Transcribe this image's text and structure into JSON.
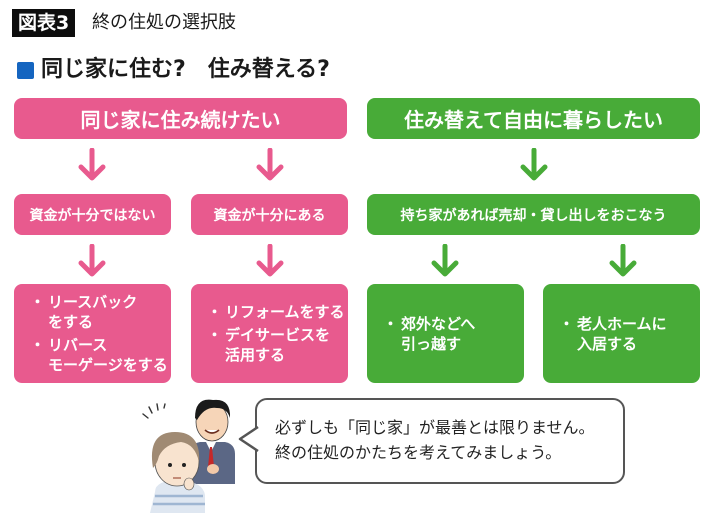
{
  "header": {
    "figure_label": "図表3",
    "figure_title": "終の住処の選択肢"
  },
  "section": {
    "title": "同じ家に住む?　住み替える?",
    "accent_color": "#1565c0"
  },
  "colors": {
    "pink": "#e85a8e",
    "green": "#48ab38"
  },
  "flow": {
    "stay": {
      "heading": "同じ家に住み続けたい",
      "branches": [
        {
          "condition": "資金が十分ではない",
          "options": [
            "リースバック\nをする",
            "リバース\nモーゲージをする"
          ]
        },
        {
          "condition": "資金が十分にある",
          "options": [
            "リフォームをする",
            "デイサービスを\n活用する"
          ]
        }
      ]
    },
    "move": {
      "heading": "住み替えて自由に暮らしたい",
      "condition": "持ち家があれば売却・貸し出しをおこなう",
      "branches": [
        {
          "options": [
            "郊外などへ\n引っ越す"
          ]
        },
        {
          "options": [
            "老人ホームに\n入居する"
          ]
        }
      ]
    }
  },
  "speech": {
    "text": "必ずしも「同じ家」が最善とは限りません。\n終の住処のかたちを考えてみましょう。"
  }
}
